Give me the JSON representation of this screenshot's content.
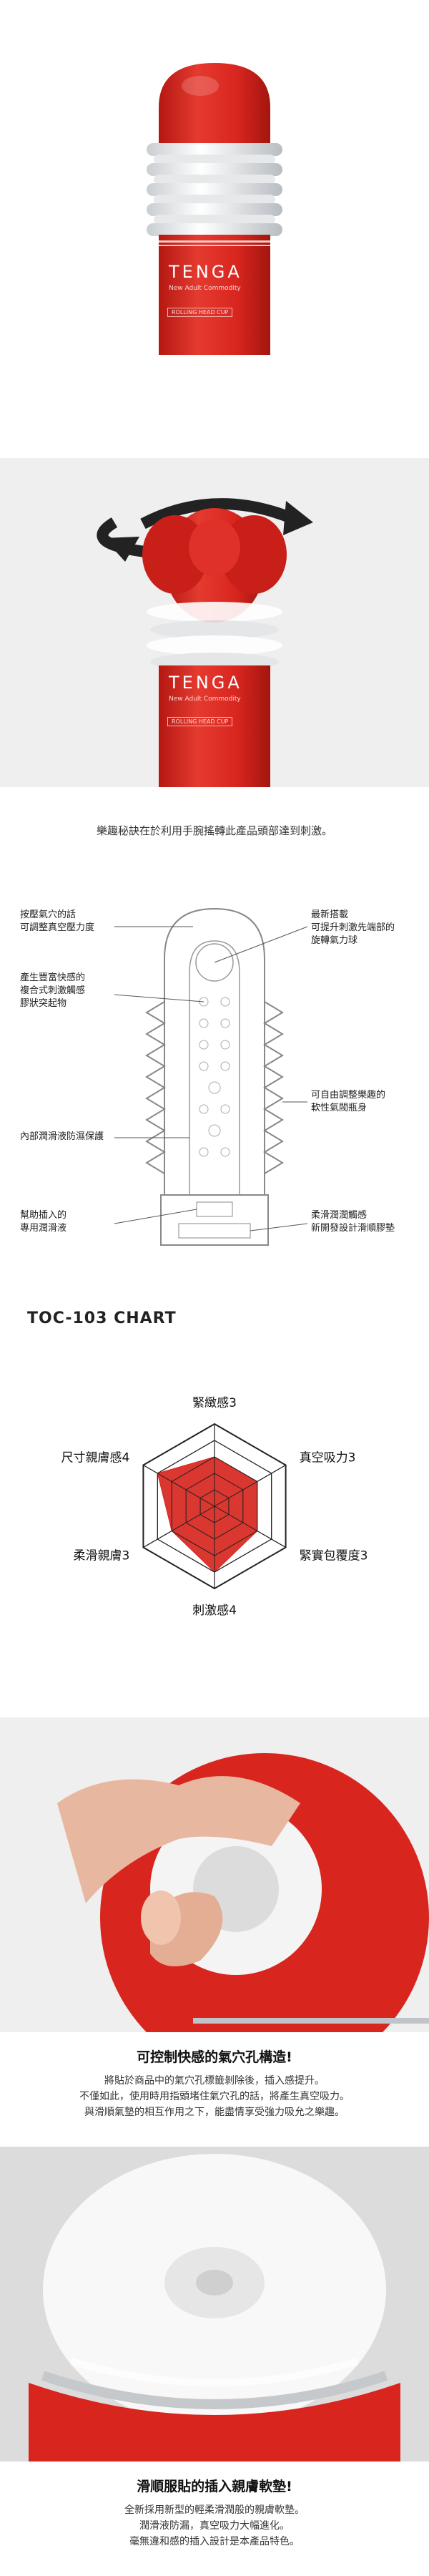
{
  "product": {
    "brand": "TENGA",
    "tagline": "New Adult Commodity",
    "model_label": "ROLLING HEAD CUP",
    "colors": {
      "red": "#d8261f",
      "white": "#ffffff",
      "silver": "#bfc3c6"
    }
  },
  "caption_rotate": "樂趣秘訣在於利用手腕搖轉此產品頭部達到刺激。",
  "diagram": {
    "left_labels": [
      "按壓氣穴的話\n可調整真空壓力度",
      "產生豐富快感的\n複合式刺激觸感\n膠狀突起物",
      "內部潤滑液防濕保護",
      "幫助插入的\n專用潤滑液"
    ],
    "right_labels": [
      "最新搭載\n可提升刺激先端部的\n旋轉氣力球",
      "可自由調整樂趣的\n軟性氣閥瓶身",
      "柔滑潤潤觸感\n新開發設計滑順膠墊"
    ]
  },
  "chart_heading": "TOC-103 CHART",
  "chart_data": {
    "type": "radar",
    "axes": [
      "緊緻感",
      "真空吸力",
      "緊實包覆度",
      "刺激感",
      "柔滑親膚",
      "尺寸親膚感"
    ],
    "values": [
      3,
      3,
      3,
      4,
      3,
      4
    ],
    "axis_labels": [
      "緊緻感3",
      "真空吸力3",
      "緊實包覆度3",
      "刺激感4",
      "柔滑親膚3",
      "尺寸親膚感4"
    ],
    "max": 5,
    "fill_color": "#d8261f"
  },
  "section_air": {
    "heading": "可控制快感的氣穴孔構造!",
    "lines": [
      "將貼於商品中的氣穴孔標籤剝除後，插入感提升。",
      "不僅如此，使用時用指頭堵住氣穴孔的話，將產生真空吸力。",
      "與滑順氣墊的相互作用之下，能盡情享受強力吸允之樂趣。"
    ]
  },
  "section_soft": {
    "heading": "滑順服貼的插入親膚軟墊!",
    "lines": [
      "全新採用新型的輕柔滑潤般的親膚軟墊。",
      "潤滑液防漏，真空吸力大幅進化。",
      "毫無違和感的插入設計是本產品特色。"
    ]
  }
}
